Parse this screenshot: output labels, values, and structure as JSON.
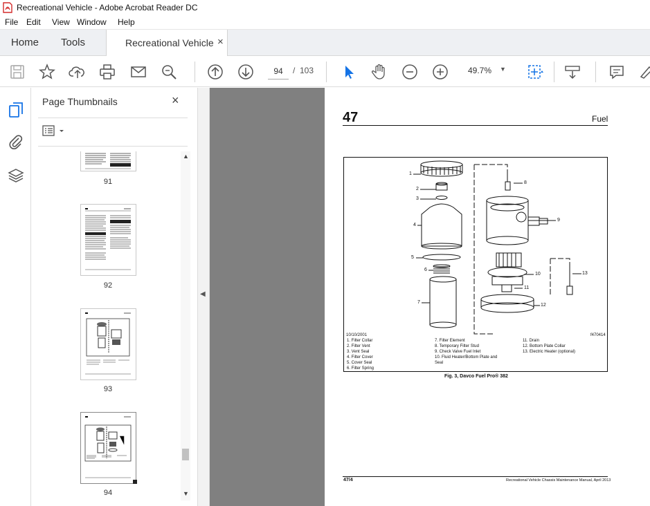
{
  "window": {
    "title": "Recreational Vehicle - Adobe Acrobat Reader DC"
  },
  "menu": [
    "File",
    "Edit",
    "View",
    "Window",
    "Help"
  ],
  "tabs": {
    "home": "Home",
    "tools": "Tools",
    "document": "Recreational Vehicle",
    "close": "×"
  },
  "toolbar": {
    "page_current": "94",
    "page_sep": "/",
    "page_total": "103",
    "zoom": "49.7%"
  },
  "icons": {
    "save": "save-icon",
    "bookmark": "star-icon",
    "upload": "upload-icon",
    "print": "printer-icon",
    "email": "envelope-icon",
    "search": "zoom-search-icon",
    "prev": "arrow-up-circle-icon",
    "next": "arrow-down-circle-icon",
    "select": "cursor-arrow-icon",
    "hand": "hand-icon",
    "zoom_out": "minus-circle-icon",
    "zoom_in": "plus-circle-icon"
  },
  "panel": {
    "title": "Page Thumbnails",
    "close": "×",
    "thumbs": [
      {
        "num": "91"
      },
      {
        "num": "92"
      },
      {
        "num": "93"
      },
      {
        "num": "94"
      }
    ]
  },
  "page": {
    "number": "47",
    "section": "Fuel",
    "date": "10/10/2001",
    "code": "f470414",
    "legend_col1": [
      "1.  Filter Collar",
      "2.  Filter Vent",
      "3.  Vent Seal",
      "4.  Filter Cover",
      "5.  Cover Seal",
      "6.  Filter Spring"
    ],
    "legend_col2": [
      "7.  Filter Element",
      "8.  Temporary Filter Stud",
      "9.  Check Valve Fuel Inlet",
      "10. Fluid Heater/Bottom Plate and",
      "     Seal"
    ],
    "legend_col3": [
      "11. Drain",
      "12. Bottom Plate Collar",
      "13. Electric Heater (optional)"
    ],
    "caption": "Fig. 3, Davco Fuel Pro® 382",
    "footer_left": "47/4",
    "footer_right": "Recreational Vehicle Chassis Maintenance Manual, April 2013",
    "callouts": [
      "1",
      "2",
      "3",
      "4",
      "5",
      "6",
      "7",
      "8",
      "9",
      "10",
      "11",
      "12",
      "13"
    ]
  },
  "colors": {
    "accent": "#1473e6",
    "viewer_bg": "#808080",
    "tab_bg": "#eef0f3"
  }
}
